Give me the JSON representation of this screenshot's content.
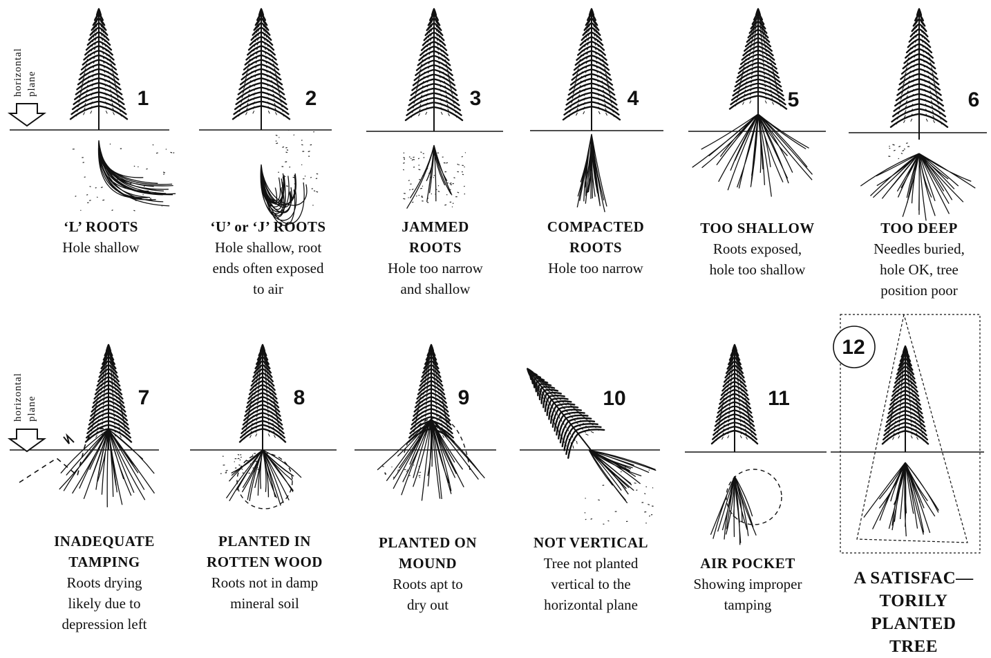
{
  "side_label": [
    "horizontal",
    "plane"
  ],
  "panels": [
    {
      "num": "1",
      "title": [
        "‘L’ ROOTS"
      ],
      "desc": [
        "Hole shallow"
      ]
    },
    {
      "num": "2",
      "title": [
        "‘U’ or ‘J’ ROOTS"
      ],
      "desc": [
        "Hole shallow, root",
        "ends often exposed",
        "to air"
      ]
    },
    {
      "num": "3",
      "title": [
        "JAMMED",
        "ROOTS"
      ],
      "desc": [
        "Hole too narrow",
        "and shallow"
      ]
    },
    {
      "num": "4",
      "title": [
        "COMPACTED",
        "ROOTS"
      ],
      "desc": [
        "Hole too narrow"
      ]
    },
    {
      "num": "5",
      "title": [
        "TOO SHALLOW"
      ],
      "desc": [
        "Roots exposed,",
        "hole too shallow"
      ]
    },
    {
      "num": "6",
      "title": [
        "TOO DEEP"
      ],
      "desc": [
        "Needles buried,",
        "hole OK, tree",
        "position poor"
      ]
    },
    {
      "num": "7",
      "title": [
        "INADEQUATE",
        "TAMPING"
      ],
      "desc": [
        "Roots drying",
        "likely due to",
        "depression left"
      ]
    },
    {
      "num": "8",
      "title": [
        "PLANTED IN",
        "ROTTEN WOOD"
      ],
      "desc": [
        "Roots not in damp",
        "mineral soil"
      ]
    },
    {
      "num": "9",
      "title": [
        "PLANTED ON",
        "MOUND"
      ],
      "desc": [
        "Roots apt to",
        "dry out"
      ]
    },
    {
      "num": "10",
      "title": [
        "NOT VERTICAL"
      ],
      "desc": [
        "Tree not planted",
        "vertical to the",
        "horizontal plane"
      ]
    },
    {
      "num": "11",
      "title": [
        "AIR POCKET"
      ],
      "desc": [
        "Showing improper",
        "tamping"
      ]
    },
    {
      "num": "12",
      "title": [
        "A SATISFAC—",
        "TORILY",
        "PLANTED",
        "TREE"
      ],
      "desc": []
    }
  ]
}
